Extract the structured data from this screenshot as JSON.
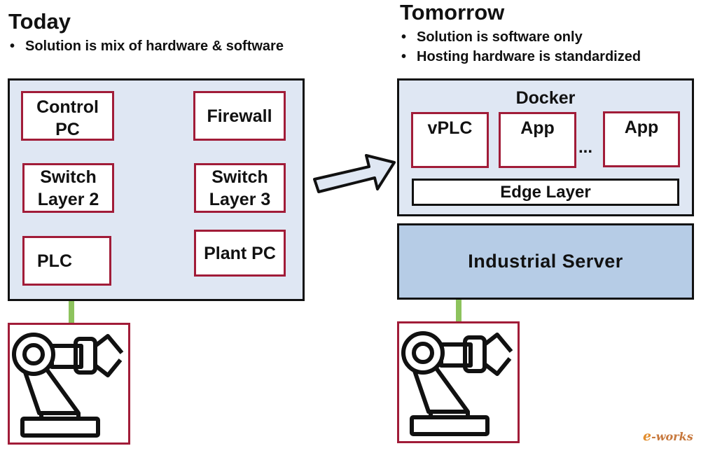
{
  "today": {
    "title": "Today",
    "bullets": [
      "Solution is mix of hardware & software"
    ],
    "components": {
      "control_pc_line1": "Control",
      "control_pc_line2": "PC",
      "firewall": "Firewall",
      "switch_l2_line1": "Switch",
      "switch_l2_line2": "Layer 2",
      "switch_l3_line1": "Switch",
      "switch_l3_line2": "Layer 3",
      "plc": "PLC",
      "plant_pc": "Plant PC"
    }
  },
  "tomorrow": {
    "title": "Tomorrow",
    "bullets": [
      "Solution is software only",
      "Hosting hardware is standardized"
    ],
    "docker_title": "Docker",
    "apps": [
      "vPLC",
      "App",
      "App"
    ],
    "ellipsis": "...",
    "edge_layer": "Edge Layer",
    "server": "Industrial Server"
  },
  "watermark": {
    "prefix": "e",
    "suffix": "-works"
  },
  "icons": [
    "bullet-dot",
    "arrow-right-icon",
    "robot-arm-icon"
  ],
  "colors": {
    "panel_fill": "#dfe7f3",
    "box_border": "#a11c38",
    "server_fill": "#b6cce6",
    "connector": "#8dc35d",
    "arrow_fill": "#dfe7f3"
  }
}
